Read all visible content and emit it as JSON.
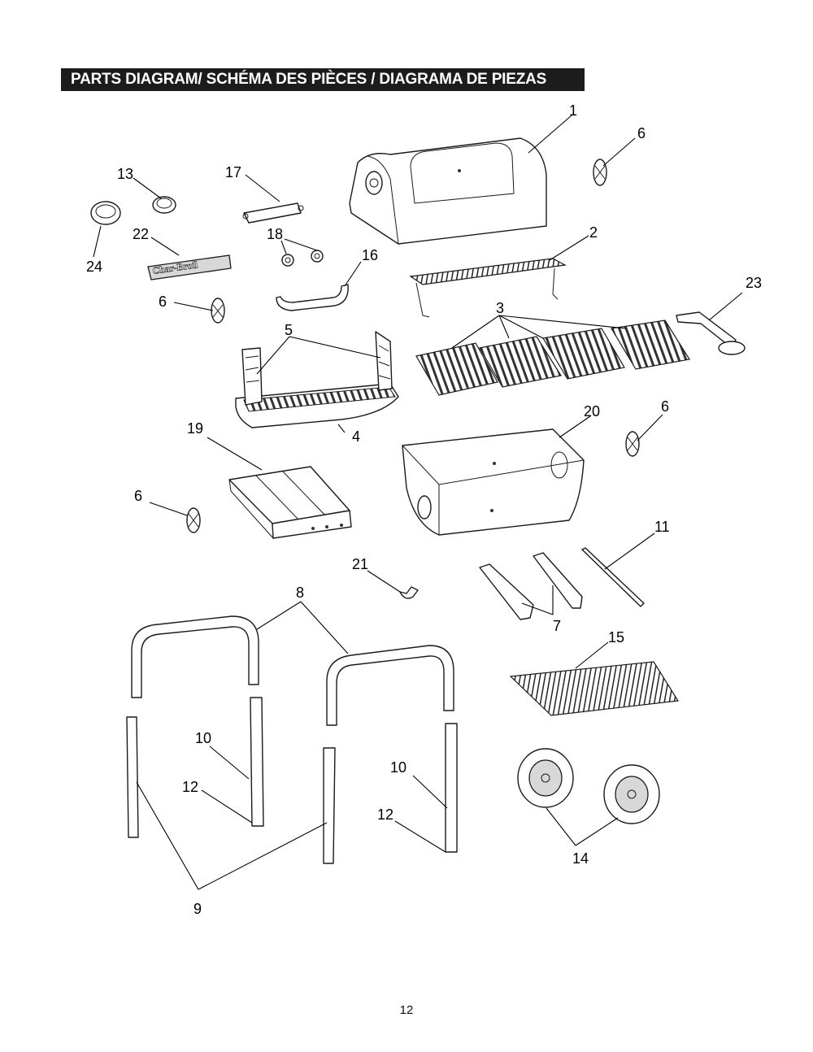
{
  "title": "PARTS DIAGRAM/ SCHÉMA DES PIÈCES / DIAGRAMA DE PIEZAS",
  "page_number": "12",
  "callouts": {
    "n1": "1",
    "n2": "2",
    "n3": "3",
    "n4": "4",
    "n5": "5",
    "n6a": "6",
    "n6b": "6",
    "n6c": "6",
    "n6d": "6",
    "n7": "7",
    "n8": "8",
    "n9": "9",
    "n10a": "10",
    "n10b": "10",
    "n11": "11",
    "n12a": "12",
    "n12b": "12",
    "n13": "13",
    "n14": "14",
    "n15": "15",
    "n16": "16",
    "n17": "17",
    "n18": "18",
    "n19": "19",
    "n20": "20",
    "n21": "21",
    "n22": "22",
    "n23": "23",
    "n24": "24"
  },
  "logo_text": "Char-Broil"
}
